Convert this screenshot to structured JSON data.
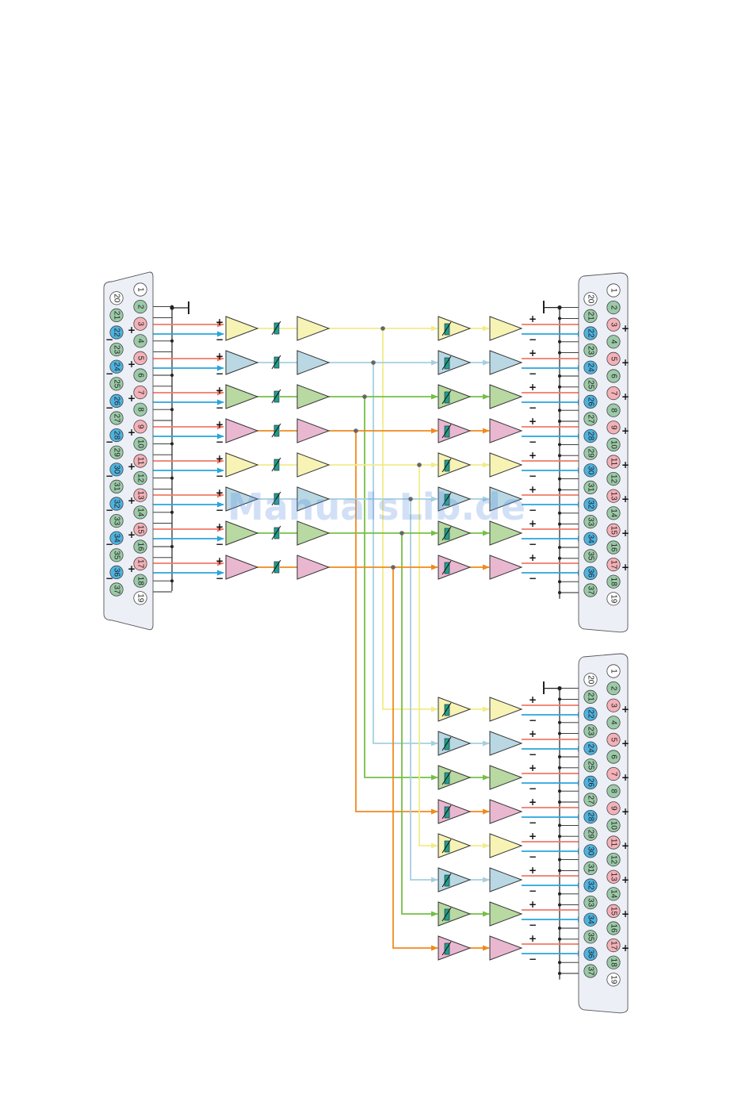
{
  "watermark": "ManualsLib.de",
  "colors": {
    "hot": "#f07a6a",
    "cold": "#2aa5dc",
    "ground_pin": "#9ccaa8",
    "hot_pin": "#f3b1b8",
    "cold_pin": "#4eb3e0",
    "neutral_pin": "#ffffff",
    "connector": "#eceff6",
    "wire": "#222222",
    "fader": "#1fa08a"
  },
  "channel_colors": [
    {
      "fill": "#f6f3b5",
      "wire": "#f2ec8a"
    },
    {
      "fill": "#b9d8e4",
      "wire": "#a5cfe0"
    },
    {
      "fill": "#b8d9a1",
      "wire": "#74c046"
    },
    {
      "fill": "#e9b8d0",
      "wire": "#f08a1e"
    },
    {
      "fill": "#f6f3b5",
      "wire": "#f2ec8a"
    },
    {
      "fill": "#b9d8e4",
      "wire": "#a5cfe0"
    },
    {
      "fill": "#b8d9a1",
      "wire": "#74c046"
    },
    {
      "fill": "#e9b8d0",
      "wire": "#f08a1e"
    }
  ],
  "connector": {
    "right_column_pins": [
      "1",
      "2",
      "3",
      "4",
      "5",
      "6",
      "7",
      "8",
      "9",
      "10",
      "11",
      "12",
      "13",
      "14",
      "15",
      "16",
      "17",
      "18",
      "19"
    ],
    "left_column_pins": [
      "20",
      "21",
      "22",
      "23",
      "24",
      "25",
      "26",
      "27",
      "28",
      "29",
      "30",
      "31",
      "32",
      "33",
      "34",
      "35",
      "36",
      "37"
    ],
    "hot_pins": [
      "3",
      "5",
      "7",
      "9",
      "11",
      "13",
      "15",
      "17"
    ],
    "cold_pins": [
      "22",
      "24",
      "26",
      "28",
      "30",
      "32",
      "34",
      "36"
    ],
    "neutral_pins": [
      "1",
      "19",
      "20"
    ]
  },
  "labels": {
    "plus": "+",
    "minus": "−"
  },
  "channels": 8,
  "outputs": 2
}
